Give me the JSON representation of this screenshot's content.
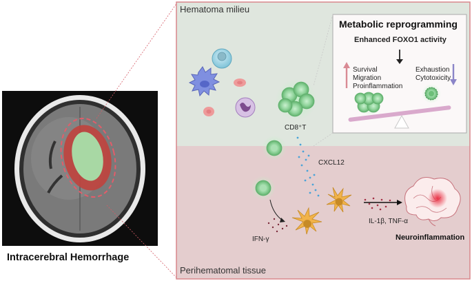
{
  "labels": {
    "ich": "Intracerebral Hemorrhage",
    "hematoma_milieu": "Hematoma milieu",
    "perihematomal": "Perihematomal tissue",
    "metabolic_title": "Metabolic reprogramming",
    "foxo1": "Enhanced FOXO1 activity",
    "survival_items": [
      "Survival",
      "Migration",
      "Proinflammation"
    ],
    "exhaustion_items": [
      "Exhaustion",
      "Cytotoxicity"
    ],
    "cd8": "CD8⁺T",
    "cxcl12": "CXCL12",
    "ifn": "IFN-γ",
    "il": "IL-1β, TNF-α",
    "neuroinflammation": "Neuroinflammation"
  },
  "colors": {
    "hematoma_bg": "#dfe6de",
    "perihematomal_bg": "#e4cdce",
    "frame_border": "#d9868c",
    "tcell_green": "#8fd39a",
    "microglia_orange": "#f1b34a",
    "arrow_up": "#d98a94",
    "arrow_down": "#8b85c8",
    "seesaw": "#d9a9cc"
  },
  "icons": [
    "ct-scan-icon",
    "dendritic-cell-icon",
    "monocyte-icon",
    "erythrocyte-icon",
    "neutrophil-icon",
    "cd8-t-cell-cluster-icon",
    "microglia-icon",
    "brain-icon",
    "seesaw-icon"
  ]
}
